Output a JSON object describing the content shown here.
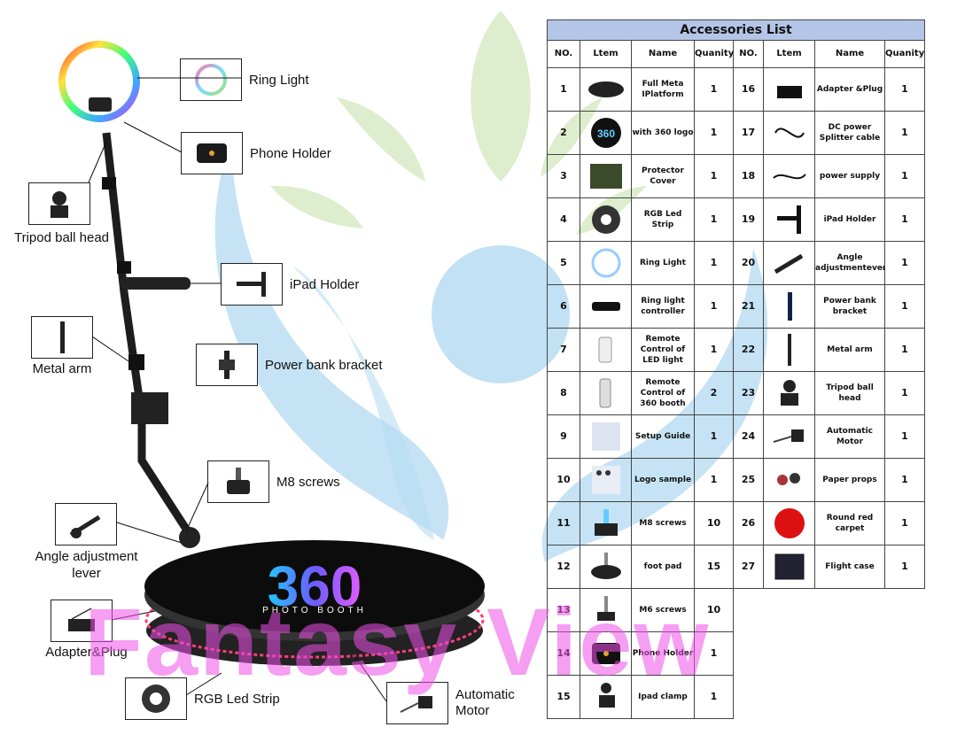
{
  "callouts": {
    "ring_light": "Ring Light",
    "phone_holder": "Phone Holder",
    "tripod_ball_head": "Tripod ball head",
    "ipad_holder": "iPad Holder",
    "metal_arm": "Metal arm",
    "power_bank_bracket": "Power bank bracket",
    "m8_screws": "M8 screws",
    "angle_adjustment_lever_line1": "Angle adjustment",
    "angle_adjustment_lever_line2": "lever",
    "adapter_plug": "Adapter&Plug",
    "rgb_led_strip": "RGB Led Strip",
    "automatic_motor_line1": "Automatic",
    "automatic_motor_line2": "Motor"
  },
  "platform": {
    "logo_text": "360",
    "subtitle": "PHOTO BOOTH"
  },
  "watermark": "Fantasy View",
  "table": {
    "title": "Accessories List",
    "headers": [
      "NO.",
      "Ltem",
      "Name",
      "Quanity",
      "NO.",
      "Ltem",
      "Name",
      "Quanity"
    ],
    "left_rows": [
      {
        "no": "1",
        "name": "Full Meta IPlatform",
        "qty": "1",
        "icon": "platform-icon"
      },
      {
        "no": "2",
        "name": "with 360 logo",
        "qty": "1",
        "icon": "logo-360-icon"
      },
      {
        "no": "3",
        "name": "Protector Cover",
        "qty": "1",
        "icon": "cover-icon"
      },
      {
        "no": "4",
        "name": "RGB Led Strip",
        "qty": "1",
        "icon": "led-strip-icon"
      },
      {
        "no": "5",
        "name": "Ring Light",
        "qty": "1",
        "icon": "ring-light-icon"
      },
      {
        "no": "6",
        "name": "Ring light controller",
        "qty": "1",
        "icon": "controller-icon"
      },
      {
        "no": "7",
        "name": "Remote Control of LED light",
        "qty": "1",
        "icon": "remote-icon"
      },
      {
        "no": "8",
        "name": "Remote Control of 360 booth",
        "qty": "2",
        "icon": "remote-booth-icon"
      },
      {
        "no": "9",
        "name": "Setup Guide",
        "qty": "1",
        "icon": "guide-icon"
      },
      {
        "no": "10",
        "name": "Logo sample",
        "qty": "1",
        "icon": "logo-sample-icon"
      },
      {
        "no": "11",
        "name": "M8 screws",
        "qty": "10",
        "icon": "m8-screw-icon"
      },
      {
        "no": "12",
        "name": "foot pad",
        "qty": "15",
        "icon": "foot-pad-icon"
      },
      {
        "no": "13",
        "name": "M6 screws",
        "qty": "10",
        "icon": "m6-screw-icon"
      },
      {
        "no": "14",
        "name": "Phone Holder",
        "qty": "1",
        "icon": "phone-holder-icon"
      },
      {
        "no": "15",
        "name": "Ipad clamp",
        "qty": "1",
        "icon": "ipad-clamp-icon"
      }
    ],
    "right_rows": [
      {
        "no": "16",
        "name": "Adapter &Plug",
        "qty": "1",
        "icon": "adapter-icon"
      },
      {
        "no": "17",
        "name": "DC power Splitter cable",
        "qty": "1",
        "icon": "cable-icon"
      },
      {
        "no": "18",
        "name": "power supply",
        "qty": "1",
        "icon": "power-supply-icon"
      },
      {
        "no": "19",
        "name": "iPad Holder",
        "qty": "1",
        "icon": "ipad-holder-icon"
      },
      {
        "no": "20",
        "name": "Angle adjustmentever",
        "qty": "1",
        "icon": "angle-lever-icon"
      },
      {
        "no": "21",
        "name": "Power bank bracket",
        "qty": "1",
        "icon": "bracket-icon"
      },
      {
        "no": "22",
        "name": "Metal arm",
        "qty": "1",
        "icon": "metal-arm-icon"
      },
      {
        "no": "23",
        "name": "Tripod ball head",
        "qty": "1",
        "icon": "ball-head-icon"
      },
      {
        "no": "24",
        "name": "Automatic Motor",
        "qty": "1",
        "icon": "motor-icon"
      },
      {
        "no": "25",
        "name": "Paper props",
        "qty": "1",
        "icon": "props-icon"
      },
      {
        "no": "26",
        "name": "Round red carpet",
        "qty": "1",
        "icon": "red-carpet-icon"
      },
      {
        "no": "27",
        "name": "Flight case",
        "qty": "1",
        "icon": "flight-case-icon"
      }
    ]
  },
  "colors": {
    "table_header": "#b4c6e7",
    "watermark": "#ee4fe8",
    "bg_leaf_green": "#d6e9c1",
    "bg_blue": "#b7dcf2"
  }
}
